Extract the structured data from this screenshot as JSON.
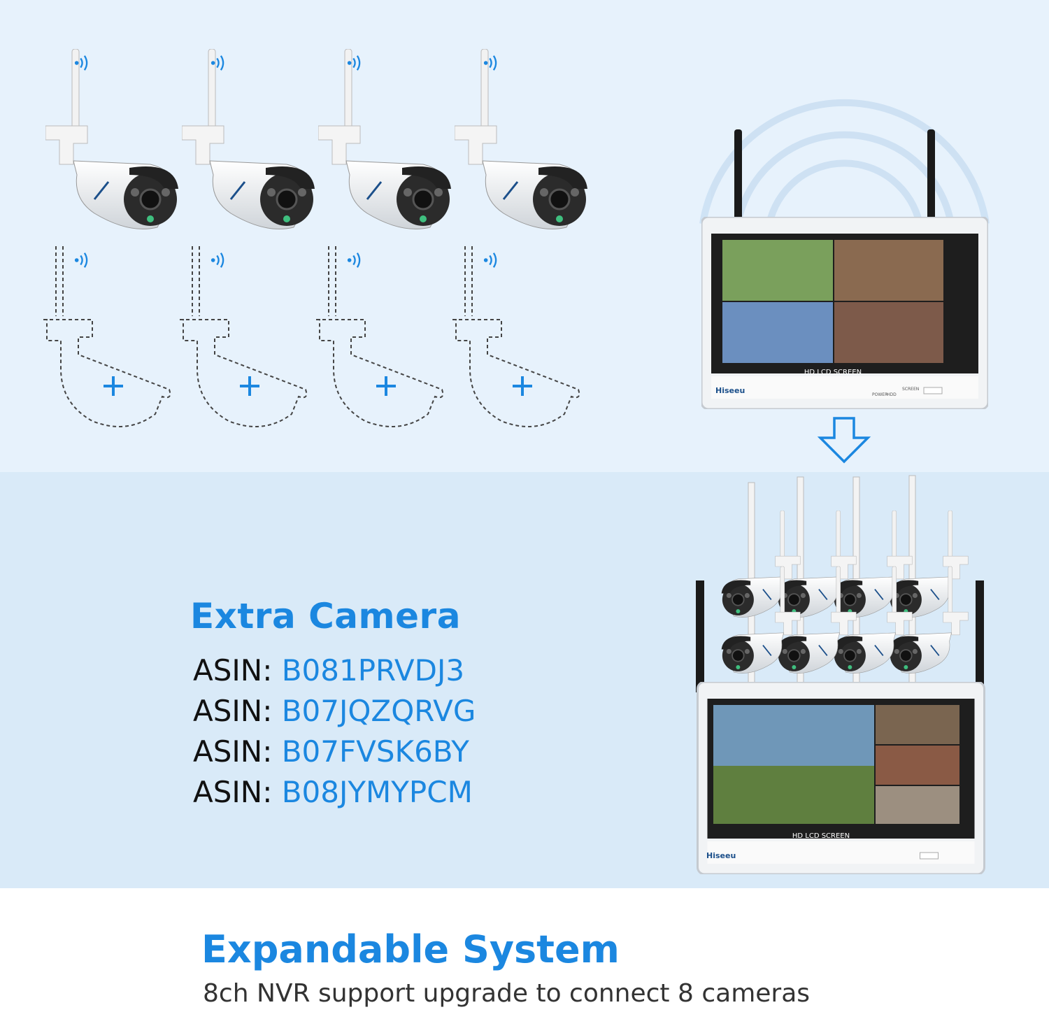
{
  "colors": {
    "accent": "#1b87e0",
    "top_bg": "#e7f2fc",
    "mid_bg": "#d9eaf8"
  },
  "brand": "Hiseeu",
  "monitor": {
    "screen_label": "HD LCD SCREEN",
    "power_label": "POWER",
    "hdd_label": "HDD",
    "screen_button_label": "SCREEN"
  },
  "extra_camera": {
    "title": "Extra Camera",
    "asin_label": "ASIN:",
    "asins": [
      "B081PRVDJ3",
      "B07JQZQRVG",
      "B07FVSK6BY",
      "B08JYMYPCM"
    ]
  },
  "footer": {
    "title": "Expandable System",
    "subtitle": "8ch NVR support upgrade to connect 8 cameras"
  },
  "icons": [
    "wifi-signal-icon",
    "plus-icon",
    "down-arrow-icon"
  ]
}
